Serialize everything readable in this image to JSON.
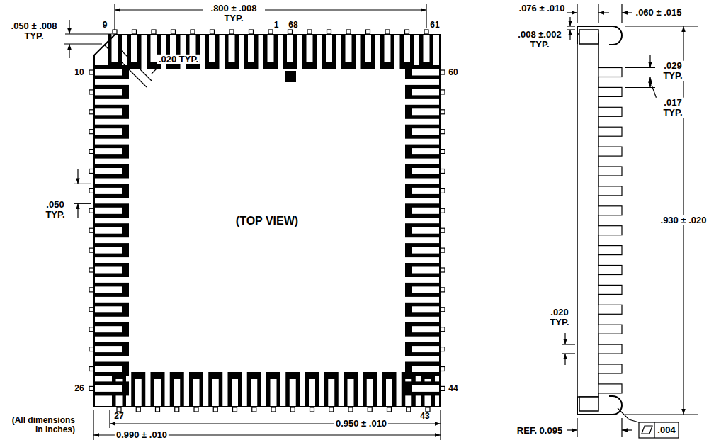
{
  "diagram": {
    "nodes": [
      {
        "text": [
          "(TOP VIEW)"
        ]
      }
    ],
    "labels": [
      "9",
      ".800 ± .008 TYP.",
      "1",
      "68",
      "61",
      ".050 ± .008 TYP.",
      "10",
      ".020 TYP.",
      "60",
      ".050 TYP.",
      "26",
      "44",
      "27",
      "43",
      "(All dimensions in inches)",
      "0.950 ± .010",
      "0.990 ± .010",
      ".076 ± .010",
      ".060 ± .015",
      ".008 ±.002 TYP.",
      ".029 TYP.",
      ".017 TYP.",
      ".930 ± .020",
      ".020 TYP.",
      "REF. 0.095",
      ".004"
    ]
  }
}
